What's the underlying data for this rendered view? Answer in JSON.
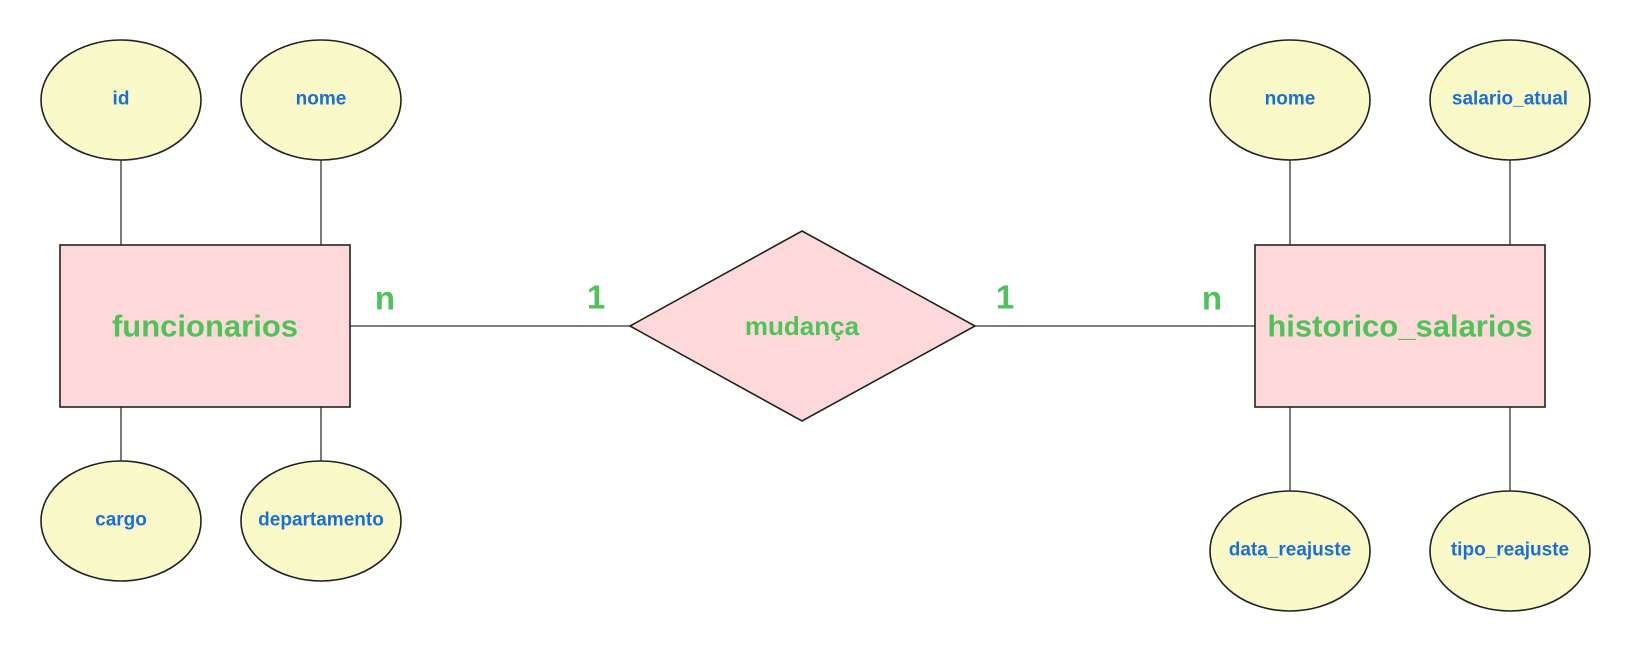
{
  "entities": {
    "funcionarios": {
      "label": "funcionarios",
      "attributes": [
        "id",
        "nome",
        "cargo",
        "departamento"
      ]
    },
    "historico_salarios": {
      "label": "historico_salarios",
      "attributes": [
        "nome",
        "salario_atual",
        "data_reajuste",
        "tipo_reajuste"
      ]
    }
  },
  "relationship": {
    "label": "mudança",
    "cardinality_left_entity": "n",
    "cardinality_left_relation": "1",
    "cardinality_right_relation": "1",
    "cardinality_right_entity": "n"
  },
  "colors": {
    "entity_fill": "#ffd9d9",
    "attribute_fill": "#fafac8",
    "attribute_text": "#1a6fd6",
    "entity_text": "#4fc25a"
  }
}
